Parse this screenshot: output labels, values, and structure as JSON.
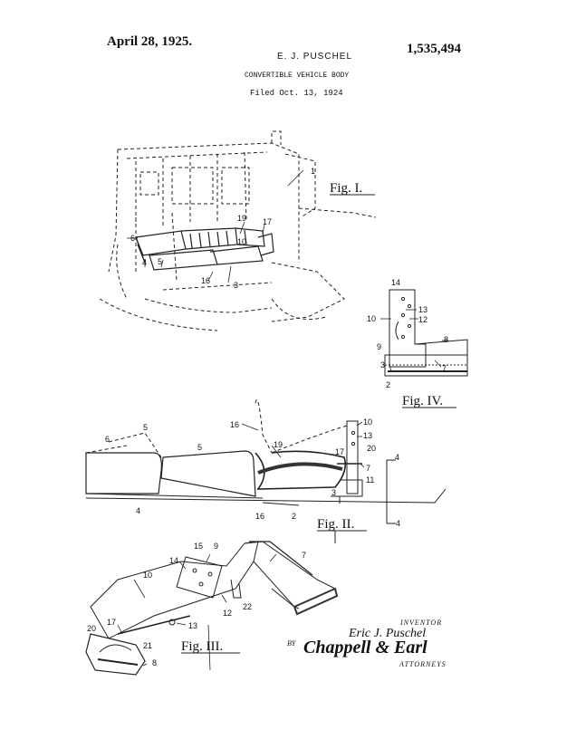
{
  "header": {
    "date": "April 28, 1925.",
    "inventor_name": "E. J. PUSCHEL",
    "patent_number": "1,535,494",
    "title": "CONVERTIBLE VEHICLE BODY",
    "filed": "Filed Oct. 13, 1924"
  },
  "figures": {
    "fig1": {
      "caption": "Fig. I."
    },
    "fig2": {
      "caption": "Fig. II."
    },
    "fig3": {
      "caption": "Fig. III."
    },
    "fig4": {
      "caption": "Fig. IV."
    }
  },
  "refs": {
    "fig1": [
      "1",
      "19",
      "17",
      "6",
      "10",
      "4",
      "5",
      "16",
      "3"
    ],
    "fig4": [
      "14",
      "13",
      "12",
      "10",
      "8",
      "9",
      "3",
      "7",
      "2"
    ],
    "fig2": [
      "16",
      "10",
      "13",
      "5",
      "6",
      "5",
      "19",
      "17",
      "20",
      "4",
      "7",
      "11",
      "3",
      "4",
      "16",
      "2",
      "4"
    ],
    "fig3": [
      "15",
      "9",
      "14",
      "7",
      "10",
      "12",
      "22",
      "13",
      "17",
      "20",
      "21",
      "8"
    ]
  },
  "signature": {
    "inventor_caption": "INVENTOR",
    "inventor_signature": "Eric J. Puschel",
    "by": "BY",
    "attorney_signature": "Chappell & Earl",
    "attorneys_caption": "ATTORNEYS"
  }
}
